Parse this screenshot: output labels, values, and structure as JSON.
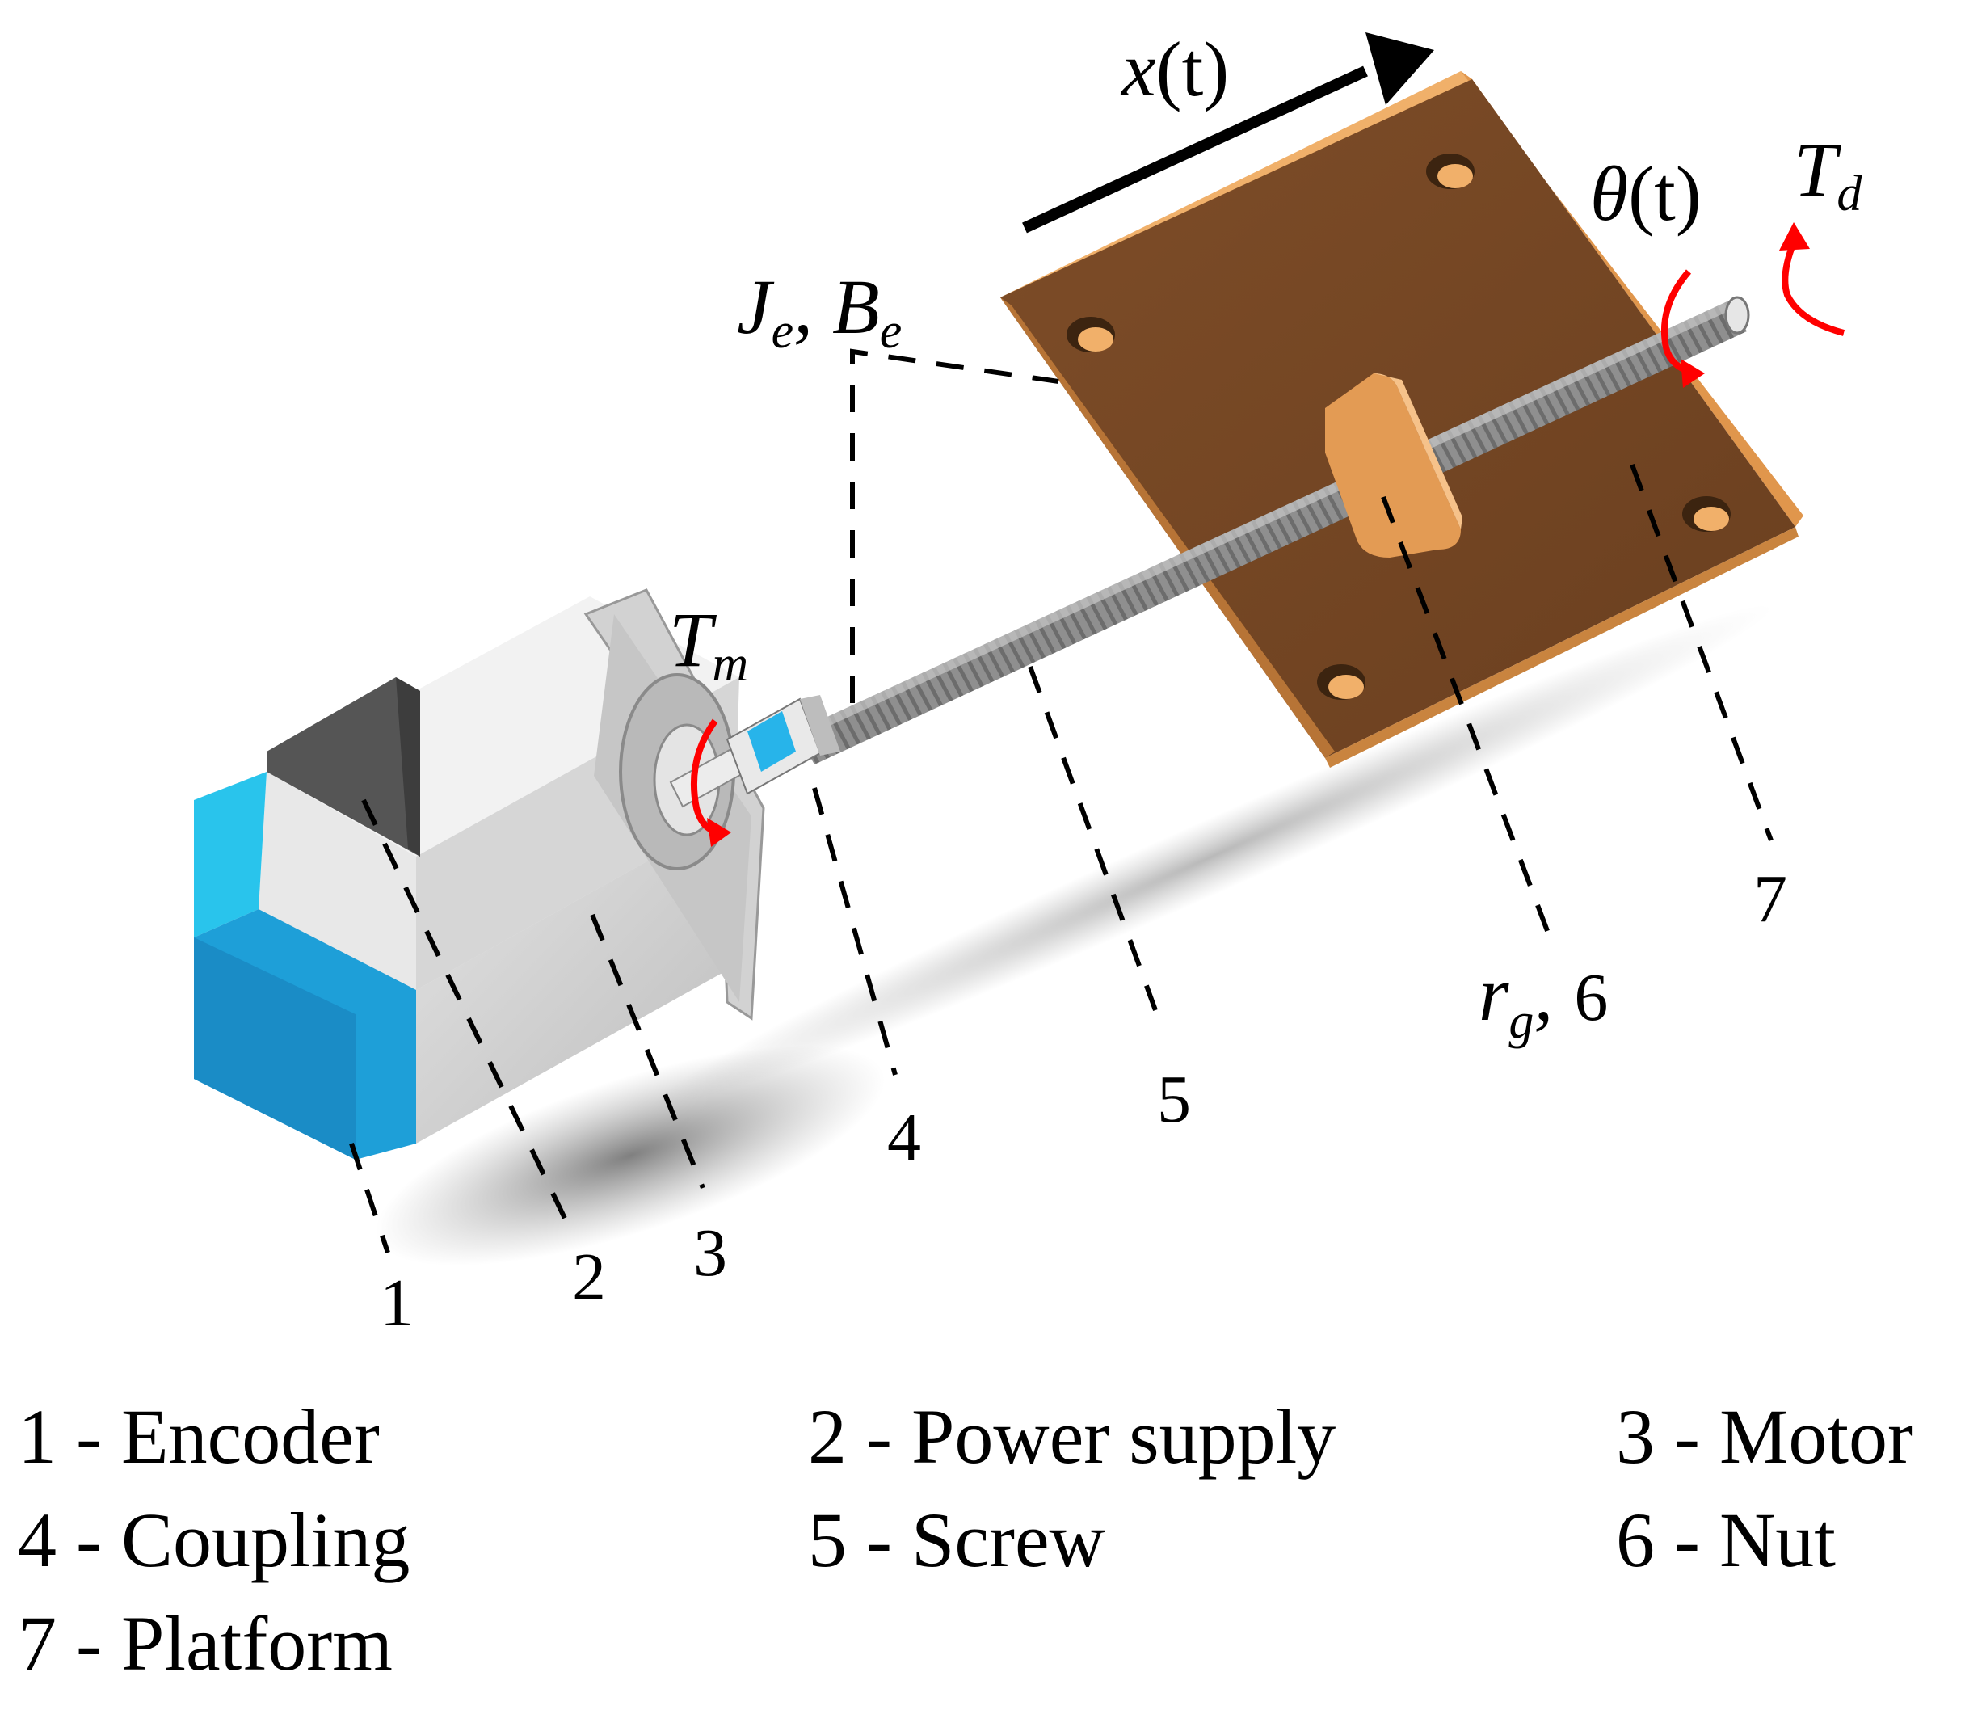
{
  "symbols": {
    "displacement": {
      "main": "x",
      "rest": "(t)"
    },
    "angle": {
      "main": "θ",
      "rest": "(t)"
    },
    "disturbance_torque": {
      "main": "T",
      "sub": "d"
    },
    "motor_torque": {
      "main": "T",
      "sub": "m"
    },
    "inertia": {
      "main": "J",
      "sub": "e",
      "sep": ","
    },
    "damping": {
      "main": "B",
      "sub": "e"
    },
    "gear_radius": {
      "main": "r",
      "sub": "g",
      "sep": ","
    }
  },
  "callouts": {
    "c1": "1",
    "c2": "2",
    "c3": "3",
    "c4": "4",
    "c5": "5",
    "c6": "6",
    "c7": "7"
  },
  "legend": [
    {
      "number": "1",
      "text": "Encoder"
    },
    {
      "number": "2",
      "text": "Power supply"
    },
    {
      "number": "3",
      "text": "Motor"
    },
    {
      "number": "4",
      "text": "Coupling"
    },
    {
      "number": "5",
      "text": "Screw"
    },
    {
      "number": "6",
      "text": "Nut"
    },
    {
      "number": "7",
      "text": "Platform"
    }
  ],
  "legend_separator": " - ",
  "colors": {
    "platform": "#7a4a26",
    "platform_edge": "#e9a35a",
    "encoder": "#1e9fd8",
    "motor_body": "#cfcfcf",
    "screw": "#8a8a8a",
    "torque_arrow": "#ff0000",
    "coupling": "#27b4ea"
  }
}
